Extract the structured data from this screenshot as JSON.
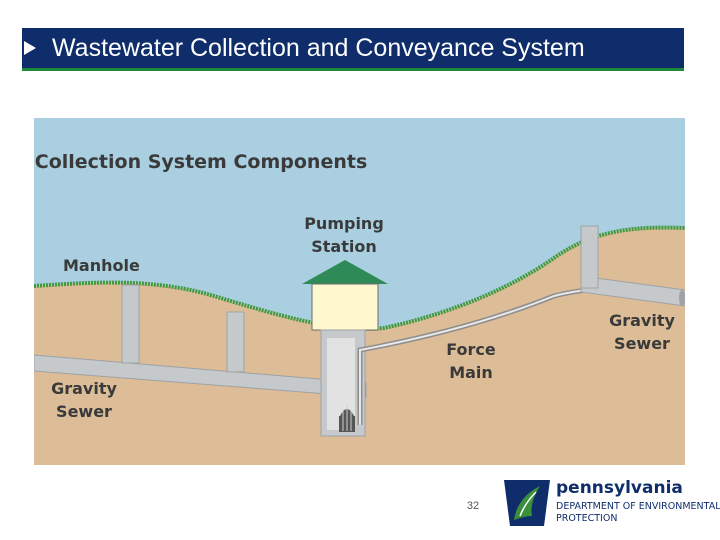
{
  "slide": {
    "title": "Wastewater Collection and Conveyance System",
    "page_number": "32"
  },
  "diagram": {
    "heading": "Collection System Components",
    "labels": {
      "manhole": "Manhole",
      "pumping_station": [
        "Pumping",
        "Station"
      ],
      "gravity_sewer_left": [
        "Gravity",
        "Sewer"
      ],
      "force_main": [
        "Force",
        "Main"
      ],
      "gravity_sewer_right": [
        "Gravity",
        "Sewer"
      ]
    },
    "colors": {
      "sky": "#a9cfe0",
      "soil": "#dcbd98",
      "grass": "#3f9a3e",
      "pipe": "#c6c9cb",
      "roof": "#2e8b57",
      "house": "#fff8cf"
    }
  },
  "logo": {
    "name": "pennsylvania",
    "dept_line1": "DEPARTMENT OF ENVIRONMENTAL",
    "dept_line2": "PROTECTION",
    "colors": {
      "navy": "#0f2d6b",
      "green": "#3a8f3a"
    }
  }
}
